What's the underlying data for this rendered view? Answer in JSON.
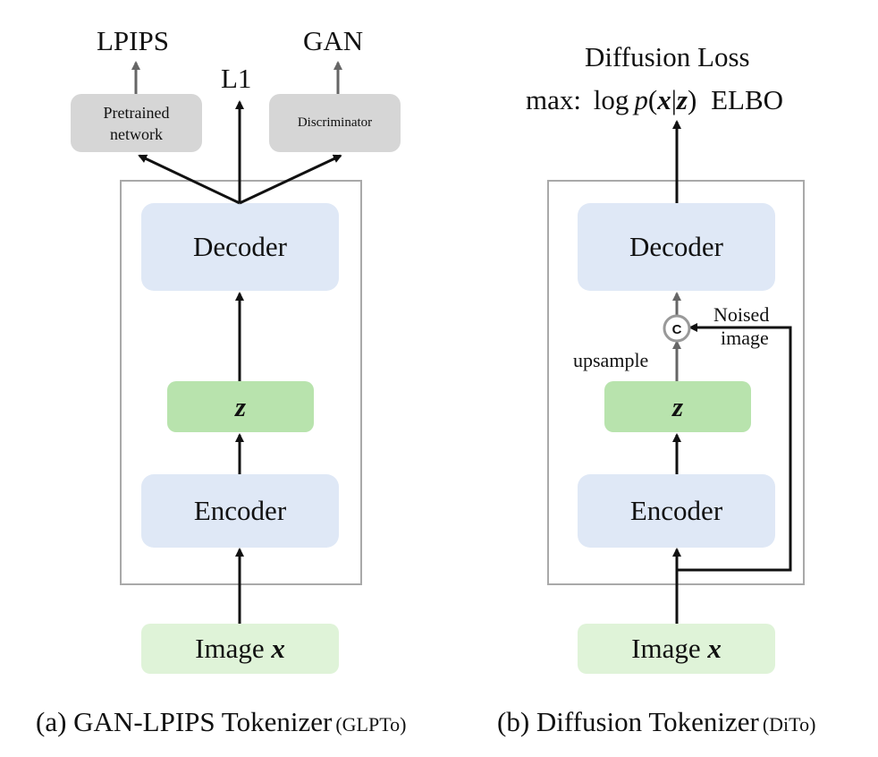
{
  "panel_a": {
    "outputs": {
      "lpips": "LPIPS",
      "l1": "L1",
      "gan": "GAN"
    },
    "heads": {
      "pretrained": "Pretrained network",
      "discriminator": "Discriminator"
    },
    "decoder": "Decoder",
    "latent": "z",
    "encoder": "Encoder",
    "input_prefix": "Image",
    "input_var": "x",
    "caption_main": "(a) GAN-LPIPS Tokenizer",
    "caption_abbr": "(GLPTo)"
  },
  "panel_b": {
    "loss_title": "Diffusion Loss",
    "loss_max": "max:",
    "loss_log": "log",
    "loss_p": "p",
    "loss_open": "(",
    "loss_x": "x",
    "loss_bar": "|",
    "loss_z": "z",
    "loss_close": ")",
    "loss_elbo": "ELBO",
    "decoder": "Decoder",
    "concat": "C",
    "noised_line1": "Noised",
    "noised_line2": "image",
    "upsample": "upsample",
    "latent": "z",
    "encoder": "Encoder",
    "input_prefix": "Image",
    "input_var": "x",
    "caption_main": "(b) Diffusion Tokenizer",
    "caption_abbr": "(DiTo)"
  }
}
